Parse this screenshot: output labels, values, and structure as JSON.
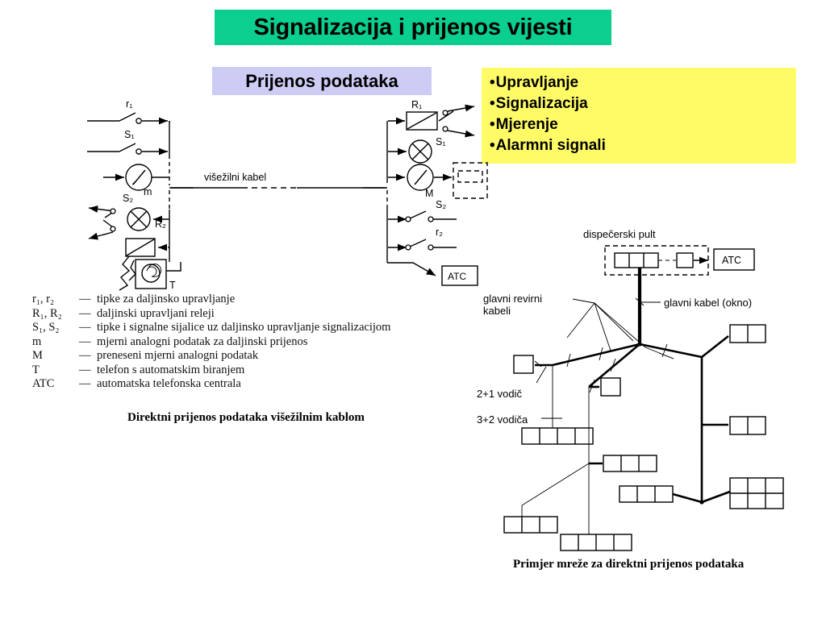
{
  "title": {
    "text": "Signalizacija i prijenos vijesti",
    "bg": "#0ACF8F"
  },
  "subtitle": {
    "text": "Prijenos podataka",
    "bg": "#CCCCF5"
  },
  "bullets": {
    "bg": "#FFFB66",
    "items": [
      "Upravljanje",
      "Signalizacija",
      "Mjerenje",
      "Alarmni signali"
    ]
  },
  "circuit_diagram": {
    "cable_label": "višežilni kabel",
    "left_labels": [
      "r",
      "S",
      "m",
      "S",
      "R",
      "T"
    ],
    "left_nodes": [
      {
        "id": "r1",
        "label": "r₁",
        "type": "push-button"
      },
      {
        "id": "s1",
        "label": "S₁",
        "type": "push-button"
      },
      {
        "id": "m",
        "label": "m",
        "type": "meter"
      },
      {
        "id": "s2",
        "label": "S₂",
        "type": "lamp"
      },
      {
        "id": "r2",
        "label": "R₂",
        "type": "relay"
      },
      {
        "id": "t",
        "label": "T",
        "type": "telephone"
      }
    ],
    "right_nodes": [
      {
        "id": "R1",
        "label": "R₁",
        "type": "relay"
      },
      {
        "id": "S1",
        "label": "S₁",
        "type": "lamp"
      },
      {
        "id": "M",
        "label": "M",
        "type": "meter"
      },
      {
        "id": "S2",
        "label": "S₂",
        "type": "switch"
      },
      {
        "id": "r2",
        "label": "r₂",
        "type": "switch"
      },
      {
        "id": "ATC",
        "label": "ATC",
        "type": "exchange-box"
      }
    ],
    "atc_label": "ATC"
  },
  "legend": {
    "rows": [
      {
        "symbol": "r₁, r₂",
        "dash": "—",
        "text": "tipke za daljinsko upravljanje"
      },
      {
        "symbol": "R₁, R₂",
        "dash": "—",
        "text": "daljinski upravljani releji"
      },
      {
        "symbol": "S₁, S₂",
        "dash": "—",
        "text": "tipke i signalne sijalice uz daljinsko upravljanje signalizacijom"
      },
      {
        "symbol": "m",
        "dash": "—",
        "text": "mjerni analogni podatak za daljinski prijenos"
      },
      {
        "symbol": "M",
        "dash": "—",
        "text": "preneseni mjerni analogni podatak"
      },
      {
        "symbol": "T",
        "dash": "—",
        "text": "telefon s automatskim biranjem"
      },
      {
        "symbol": "ATC",
        "dash": "—",
        "text": "automatska telefonska centrala"
      }
    ]
  },
  "captions": {
    "left": "Direktni prijenos podataka višežilnim kablom",
    "right": "Primjer mreže za direktni prijenos podataka"
  },
  "network_diagram": {
    "labels": {
      "console": "dispečerski pult",
      "main_cables": "glavni revirni\nkabeli",
      "main_cables_line1": "glavni revirni",
      "main_cables_line2": "kabeli",
      "main_shaft_cable": "glavni kabel (okno)",
      "conductor_2_1": "2+1 vodič",
      "conductor_3_2": "3+2 vodiča",
      "atc": "ATC"
    },
    "terminals": [
      {
        "id": "t-left-single",
        "cells": 1
      },
      {
        "id": "t-left-four",
        "cells": 4
      },
      {
        "id": "t-mid-single",
        "cells": 1
      },
      {
        "id": "t-mid-three",
        "cells": 3
      },
      {
        "id": "t-lower-left-three",
        "cells": 3
      },
      {
        "id": "t-bottom-four",
        "cells": 4
      },
      {
        "id": "t-right-top-two",
        "cells": 2
      },
      {
        "id": "t-right-mid-two",
        "cells": 2
      },
      {
        "id": "t-right-low-three",
        "cells": 3
      },
      {
        "id": "t-right-grid-six",
        "cells": 6
      }
    ]
  }
}
